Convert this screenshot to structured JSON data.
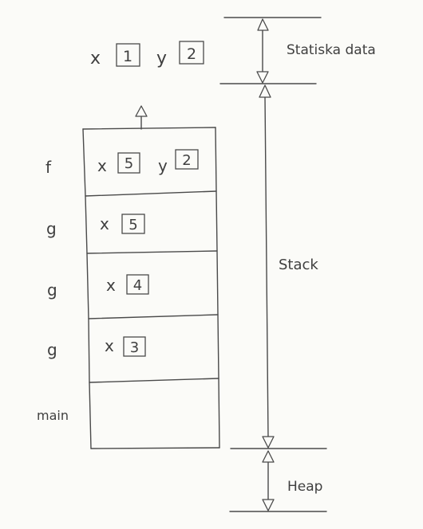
{
  "static_data": {
    "vars": [
      {
        "name": "x",
        "value": "1"
      },
      {
        "name": "y",
        "value": "2"
      }
    ]
  },
  "frames": [
    {
      "label": "f",
      "vars": [
        {
          "name": "x",
          "value": "5"
        },
        {
          "name": "y",
          "value": "2"
        }
      ]
    },
    {
      "label": "g",
      "vars": [
        {
          "name": "x",
          "value": "5"
        }
      ]
    },
    {
      "label": "g",
      "vars": [
        {
          "name": "x",
          "value": "4"
        }
      ]
    },
    {
      "label": "g",
      "vars": [
        {
          "name": "x",
          "value": "3"
        }
      ]
    },
    {
      "label": "main",
      "vars": []
    }
  ],
  "regions": {
    "static": "Statiska data",
    "stack": "Stack",
    "heap": "Heap"
  }
}
